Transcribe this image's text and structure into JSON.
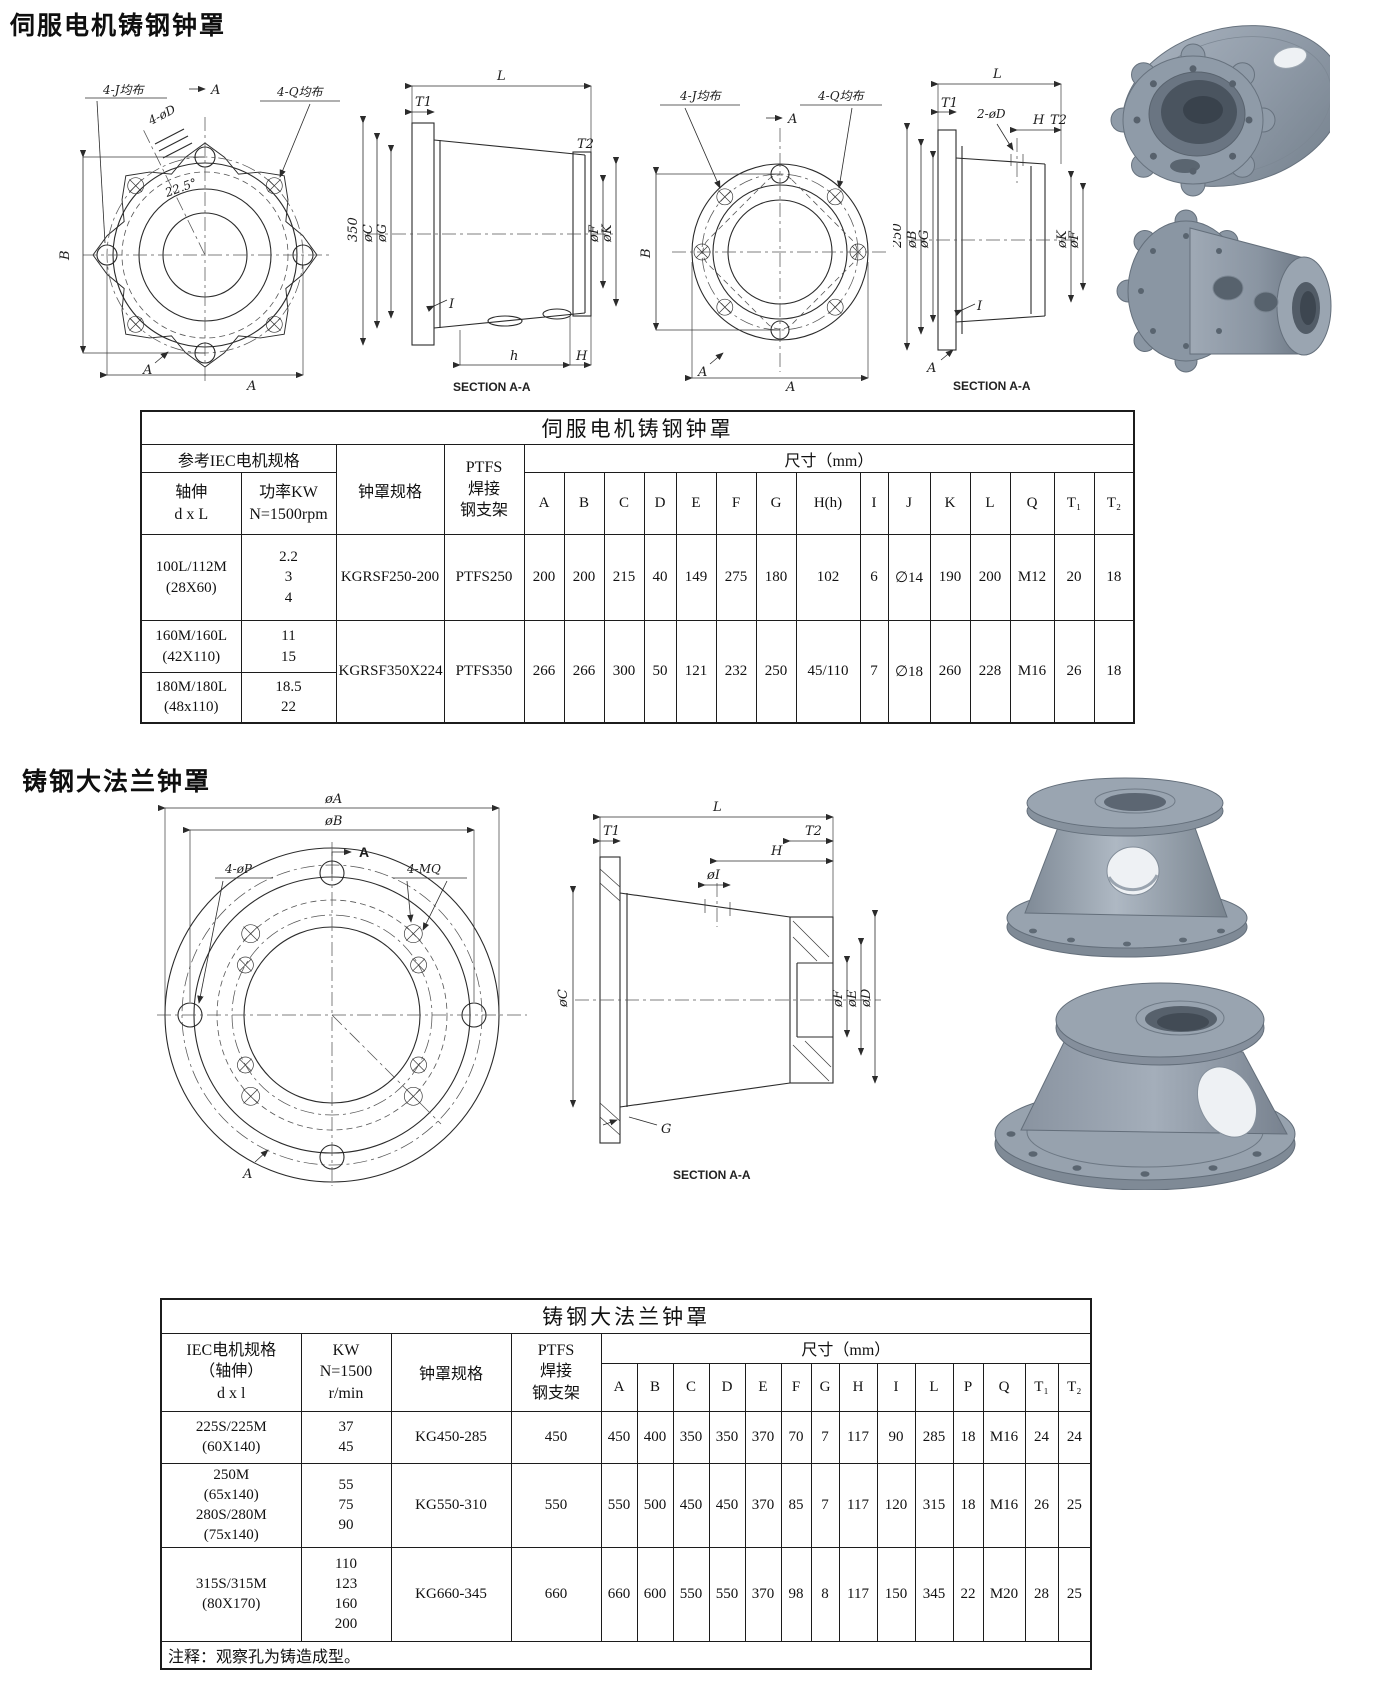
{
  "sections": {
    "s1_title": "伺服电机铸钢钟罩",
    "s2_title": "铸钢大法兰钟罩"
  },
  "dr": {
    "jp": "4-J均布",
    "qp": "4-Q均布",
    "dp": "4-øD",
    "ang": "22.5°",
    "A": "A",
    "B": "B",
    "L": "L",
    "T1": "T1",
    "T2": "T2",
    "I": "I",
    "h": "h",
    "H": "H",
    "G": "G",
    "n350": "350",
    "n250": "250",
    "oC": "øC",
    "oG": "øG",
    "oF": "øF",
    "oK": "øK",
    "oB": "øB",
    "dd": "2-øD",
    "oI": "øI",
    "oA": "øA",
    "oE": "øE",
    "oD": "øD",
    "pp": "4-øP",
    "mq": "4-MQ",
    "section": "SECTION A-A"
  },
  "table1": {
    "title": "伺服电机铸钢钟罩",
    "h_iec": "参考IEC电机规格",
    "h_shaft": "轴伸\nd x L",
    "h_power": "功率KW\nN=1500rpm",
    "h_spec": "钟罩规格",
    "h_ptfs": "PTFS\n焊接\n钢支架",
    "h_dims": "尺寸（mm）",
    "dim_cols": [
      "A",
      "B",
      "C",
      "D",
      "E",
      "F",
      "G",
      "H(h)",
      "I",
      "J",
      "K",
      "L",
      "Q",
      "T₁",
      "T₂"
    ],
    "rows": [
      {
        "motor": "100L/112M\n(28X60)",
        "power": "2.2\n3\n4",
        "spec": "KGRSF250-200",
        "ptfs": "PTFS250",
        "dims": [
          "200",
          "200",
          "215",
          "40",
          "149",
          "275",
          "180",
          "102",
          "6",
          "∅14",
          "190",
          "200",
          "M12",
          "20",
          "18"
        ]
      },
      {
        "motor": "160M/160L\n(42X110)",
        "power": "11\n15"
      },
      {
        "motor": "180M/180L\n(48x110)",
        "power": "18.5\n22"
      }
    ],
    "merged": {
      "spec": "KGRSF350X224",
      "ptfs": "PTFS350",
      "dims": [
        "266",
        "266",
        "300",
        "50",
        "121",
        "232",
        "250",
        "45/110",
        "7",
        "∅18",
        "260",
        "228",
        "M16",
        "26",
        "18"
      ]
    }
  },
  "table2": {
    "title": "铸钢大法兰钟罩",
    "h_iec": "IEC电机规格\n（轴伸）\nd x l",
    "h_kw": "KW\nN=1500\nr/min",
    "h_spec": "钟罩规格",
    "h_ptfs": "PTFS\n焊接\n钢支架",
    "h_dims": "尺寸（mm）",
    "dim_cols": [
      "A",
      "B",
      "C",
      "D",
      "E",
      "F",
      "G",
      "H",
      "I",
      "L",
      "P",
      "Q",
      "T₁",
      "T₂"
    ],
    "rows": [
      {
        "motor": "225S/225M\n(60X140)",
        "kw": "37\n45",
        "spec": "KG450-285",
        "ptfs": "450",
        "dims": [
          "450",
          "400",
          "350",
          "350",
          "370",
          "70",
          "7",
          "117",
          "90",
          "285",
          "18",
          "M16",
          "24",
          "24"
        ]
      },
      {
        "motor": "250M\n(65x140)\n280S/280M\n(75x140)",
        "kw": "55\n75\n90",
        "spec": "KG550-310",
        "ptfs": "550",
        "dims": [
          "550",
          "500",
          "450",
          "450",
          "370",
          "85",
          "7",
          "117",
          "120",
          "315",
          "18",
          "M16",
          "26",
          "25"
        ]
      },
      {
        "motor": "315S/315M\n(80X170)",
        "kw": "110\n123\n160\n200",
        "spec": "KG660-345",
        "ptfs": "660",
        "dims": [
          "660",
          "600",
          "550",
          "550",
          "370",
          "98",
          "8",
          "117",
          "150",
          "345",
          "22",
          "M20",
          "28",
          "25"
        ]
      }
    ],
    "note": "注释：观察孔为铸造成型。"
  },
  "colors": {
    "metal_base": "#8e99a6",
    "metal_light": "#aab4c0",
    "metal_dark": "#5d6873",
    "line": "#2b2b2b"
  }
}
